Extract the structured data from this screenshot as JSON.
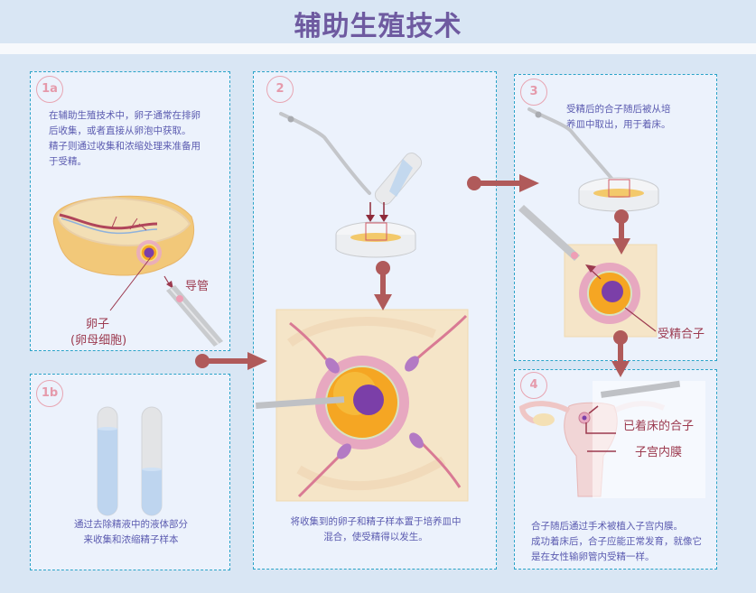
{
  "title": "辅助生殖技术",
  "colors": {
    "title": "#6e5aa0",
    "header_bg": "#d9e6f4",
    "panel_bg": "#ecf2fc",
    "panel_border": "#2aa3c8",
    "badge": "#e59aab",
    "text": "#5b5bb0",
    "label": "#9c3a4f",
    "arrow": "#b05a5a"
  },
  "steps": {
    "s1a": {
      "badge": "1a",
      "text_lines": [
        "在辅助生殖技术中，卵子通常在排卵",
        "后收集，或者直接从卵泡中获取。",
        "精子则通过收集和浓缩处理来准备用",
        "于受精。"
      ],
      "labels": {
        "catheter": "导管",
        "egg": "卵子",
        "egg_sub": "(卵母细胞)"
      }
    },
    "s1b": {
      "badge": "1b",
      "text_lines": [
        "通过去除精液中的液体部分",
        "来收集和浓缩精子样本"
      ]
    },
    "s2": {
      "badge": "2",
      "text_lines": [
        "将收集到的卵子和精子样本置于培养皿中",
        "混合，使受精得以发生。"
      ]
    },
    "s3": {
      "badge": "3",
      "text_lines": [
        "受精后的合子随后被从培",
        "养皿中取出，用于着床。"
      ],
      "labels": {
        "zygote": "受精合子"
      }
    },
    "s4": {
      "badge": "4",
      "text_lines": [
        "合子随后通过手术被植入子宫内膜。",
        "成功着床后，合子应能正常发育，就像它",
        "是在女性输卵管内受精一样。"
      ],
      "labels": {
        "implanted": "已着床的合子",
        "endometrium": "子宫内膜"
      }
    }
  }
}
